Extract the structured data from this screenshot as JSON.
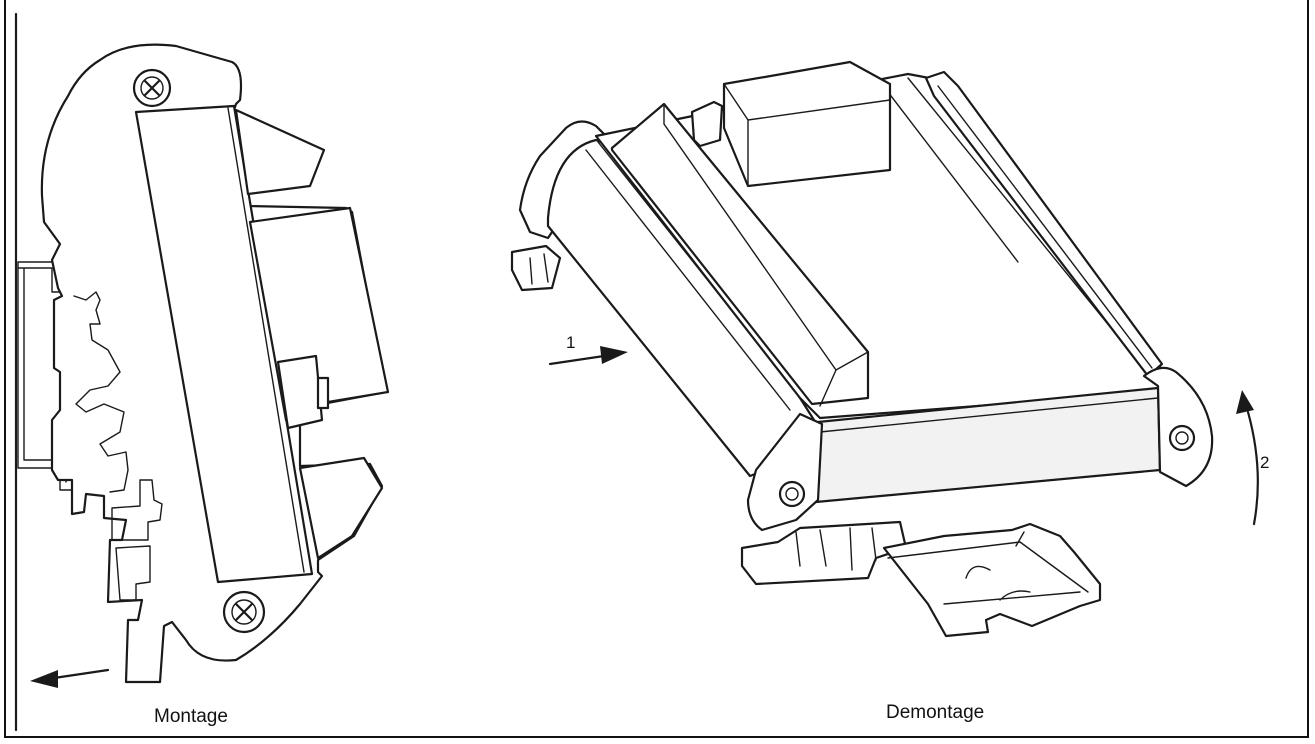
{
  "figure": {
    "labels": {
      "montage": "Montage",
      "demontage": "Demontage",
      "step_1": "1",
      "step_2": "2"
    }
  }
}
